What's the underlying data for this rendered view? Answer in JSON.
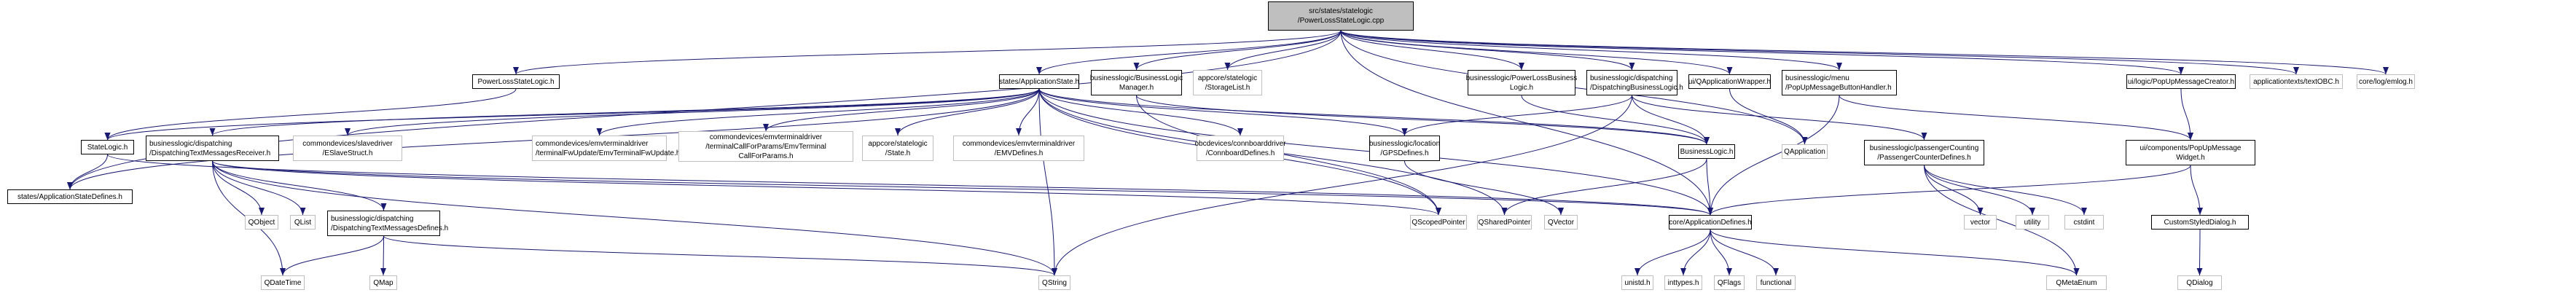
{
  "graph": {
    "title": "Include dependency graph for PowerLossStateLogic.cpp",
    "edge_color": "#191970",
    "node_fill_root": "#bfbfbf",
    "node_border_documented": "#000000",
    "node_border_external": "#bfbfbf",
    "nodes": [
      {
        "id": "root",
        "label": "src/states/statelogic\n/PowerLossStateLogic.cpp",
        "kind": "root"
      },
      {
        "id": "plsl",
        "label": "PowerLossStateLogic.h",
        "kind": "doc"
      },
      {
        "id": "appstate",
        "label": "states/ApplicationState.h",
        "kind": "doc"
      },
      {
        "id": "blmgr",
        "label": "businesslogic/BusinessLogic\nManager.h",
        "kind": "doc"
      },
      {
        "id": "storagelist",
        "label": "appcore/statelogic\n/StorageList.h",
        "kind": "ext"
      },
      {
        "id": "plbl",
        "label": "businesslogic/PowerLossBusiness\nLogic.h",
        "kind": "doc"
      },
      {
        "id": "dispbl",
        "label": "businesslogic/dispatching\n/DispatchingBusinessLogic.h",
        "kind": "doc"
      },
      {
        "id": "qappwrap",
        "label": "ui/QApplicationWrapper.h",
        "kind": "doc"
      },
      {
        "id": "popupbtn",
        "label": "businesslogic/menu\n/PopUpMessageButtonHandler.h",
        "kind": "doc"
      },
      {
        "id": "popupcreator",
        "label": "ui/logic/PopUpMessageCreator.h",
        "kind": "doc"
      },
      {
        "id": "textobc",
        "label": "applicationtexts/textOBC.h",
        "kind": "ext"
      },
      {
        "id": "emlog",
        "label": "core/log/emlog.h",
        "kind": "ext"
      },
      {
        "id": "statelogic",
        "label": "StateLogic.h",
        "kind": "doc"
      },
      {
        "id": "dtmr",
        "label": "businesslogic/dispatching\n/DispatchingTextMessagesReceiver.h",
        "kind": "doc"
      },
      {
        "id": "eslave",
        "label": "commondevices/slavedriver\n/ESlaveStruct.h",
        "kind": "ext"
      },
      {
        "id": "emvfw",
        "label": "commondevices/emvterminaldriver\n/terminalFwUpdate/EmvTerminalFwUpdate.h",
        "kind": "ext"
      },
      {
        "id": "emvcall",
        "label": "commondevices/emvterminaldriver\n/terminalCallForParams/EmvTerminal\nCallForParams.h",
        "kind": "ext"
      },
      {
        "id": "state",
        "label": "appcore/statelogic\n/State.h",
        "kind": "ext"
      },
      {
        "id": "emvdef",
        "label": "commondevices/emvterminaldriver\n/EMVDefines.h",
        "kind": "ext"
      },
      {
        "id": "connboard",
        "label": "obcdevices/connboarddriver\n/ConnboardDefines.h",
        "kind": "ext"
      },
      {
        "id": "gps",
        "label": "businesslogic/location\n/GPSDefines.h",
        "kind": "doc"
      },
      {
        "id": "bl",
        "label": "BusinessLogic.h",
        "kind": "doc"
      },
      {
        "id": "qapp",
        "label": "QApplication",
        "kind": "ext"
      },
      {
        "id": "pcd",
        "label": "businesslogic/passengerCounting\n/PassengerCounterDefines.h",
        "kind": "doc"
      },
      {
        "id": "popupwidget",
        "label": "ui/components/PopUpMessage\nWidget.h",
        "kind": "doc"
      },
      {
        "id": "asdefs",
        "label": "states/ApplicationStateDefines.h",
        "kind": "doc"
      },
      {
        "id": "qobject",
        "label": "QObject",
        "kind": "ext"
      },
      {
        "id": "qlist",
        "label": "QList",
        "kind": "ext"
      },
      {
        "id": "dtmd",
        "label": "businesslogic/dispatching\n/DispatchingTextMessagesDefines.h",
        "kind": "doc"
      },
      {
        "id": "qscoped",
        "label": "QScopedPointer",
        "kind": "ext"
      },
      {
        "id": "qshared",
        "label": "QSharedPointer",
        "kind": "ext"
      },
      {
        "id": "qvector",
        "label": "QVector",
        "kind": "ext"
      },
      {
        "id": "appdefs",
        "label": "core/ApplicationDefines.h",
        "kind": "doc"
      },
      {
        "id": "vector",
        "label": "vector",
        "kind": "ext"
      },
      {
        "id": "utility",
        "label": "utility",
        "kind": "ext"
      },
      {
        "id": "cstdint",
        "label": "cstdint",
        "kind": "ext"
      },
      {
        "id": "customdlg",
        "label": "CustomStyledDialog.h",
        "kind": "doc"
      },
      {
        "id": "qdatetime",
        "label": "QDateTime",
        "kind": "ext"
      },
      {
        "id": "qmap",
        "label": "QMap",
        "kind": "ext"
      },
      {
        "id": "qstring",
        "label": "QString",
        "kind": "ext"
      },
      {
        "id": "unistd",
        "label": "unistd.h",
        "kind": "ext"
      },
      {
        "id": "inttypes",
        "label": "inttypes.h",
        "kind": "ext"
      },
      {
        "id": "qflags",
        "label": "QFlags",
        "kind": "ext"
      },
      {
        "id": "functional",
        "label": "functional",
        "kind": "ext"
      },
      {
        "id": "qmetaenum",
        "label": "QMetaEnum",
        "kind": "ext"
      },
      {
        "id": "qdialog",
        "label": "QDialog",
        "kind": "ext"
      }
    ],
    "edges": [
      [
        "root",
        "plsl"
      ],
      [
        "root",
        "appstate"
      ],
      [
        "root",
        "blmgr"
      ],
      [
        "root",
        "storagelist"
      ],
      [
        "root",
        "plbl"
      ],
      [
        "root",
        "dispbl"
      ],
      [
        "root",
        "qappwrap"
      ],
      [
        "root",
        "popupbtn"
      ],
      [
        "root",
        "popupcreator"
      ],
      [
        "root",
        "textobc"
      ],
      [
        "root",
        "emlog"
      ],
      [
        "root",
        "asdefs"
      ],
      [
        "root",
        "qapp"
      ],
      [
        "root",
        "appdefs"
      ],
      [
        "plsl",
        "statelogic"
      ],
      [
        "appstate",
        "statelogic"
      ],
      [
        "appstate",
        "dtmr"
      ],
      [
        "appstate",
        "eslave"
      ],
      [
        "appstate",
        "emvfw"
      ],
      [
        "appstate",
        "emvcall"
      ],
      [
        "appstate",
        "state"
      ],
      [
        "appstate",
        "emvdef"
      ],
      [
        "appstate",
        "connboard"
      ],
      [
        "appstate",
        "gps"
      ],
      [
        "appstate",
        "asdefs"
      ],
      [
        "appstate",
        "qscoped"
      ],
      [
        "appstate",
        "qshared"
      ],
      [
        "appstate",
        "qstring"
      ],
      [
        "appstate",
        "appdefs"
      ],
      [
        "appstate",
        "bl"
      ],
      [
        "blmgr",
        "bl"
      ],
      [
        "blmgr",
        "qscoped"
      ],
      [
        "plbl",
        "bl"
      ],
      [
        "dispbl",
        "gps"
      ],
      [
        "dispbl",
        "bl"
      ],
      [
        "dispbl",
        "pcd"
      ],
      [
        "dispbl",
        "qstring"
      ],
      [
        "qappwrap",
        "qapp"
      ],
      [
        "popupbtn",
        "popupwidget"
      ],
      [
        "popupbtn",
        "appdefs"
      ],
      [
        "popupcreator",
        "popupwidget"
      ],
      [
        "statelogic",
        "asdefs"
      ],
      [
        "statelogic",
        "appdefs"
      ],
      [
        "dtmr",
        "qobject"
      ],
      [
        "dtmr",
        "qlist"
      ],
      [
        "dtmr",
        "dtmd"
      ],
      [
        "dtmr",
        "qdatetime"
      ],
      [
        "dtmr",
        "qstring"
      ],
      [
        "dtmr",
        "appdefs"
      ],
      [
        "dtmr",
        "qscoped"
      ],
      [
        "gps",
        "qvector"
      ],
      [
        "bl",
        "qshared"
      ],
      [
        "bl",
        "appdefs"
      ],
      [
        "pcd",
        "vector"
      ],
      [
        "pcd",
        "utility"
      ],
      [
        "pcd",
        "cstdint"
      ],
      [
        "pcd",
        "qmetaenum"
      ],
      [
        "popupwidget",
        "appdefs"
      ],
      [
        "popupwidget",
        "customdlg"
      ],
      [
        "dtmd",
        "qdatetime"
      ],
      [
        "dtmd",
        "qmap"
      ],
      [
        "dtmd",
        "qstring"
      ],
      [
        "appdefs",
        "unistd"
      ],
      [
        "appdefs",
        "inttypes"
      ],
      [
        "appdefs",
        "qflags"
      ],
      [
        "appdefs",
        "functional"
      ],
      [
        "appdefs",
        "qmetaenum"
      ],
      [
        "customdlg",
        "qdialog"
      ]
    ]
  }
}
